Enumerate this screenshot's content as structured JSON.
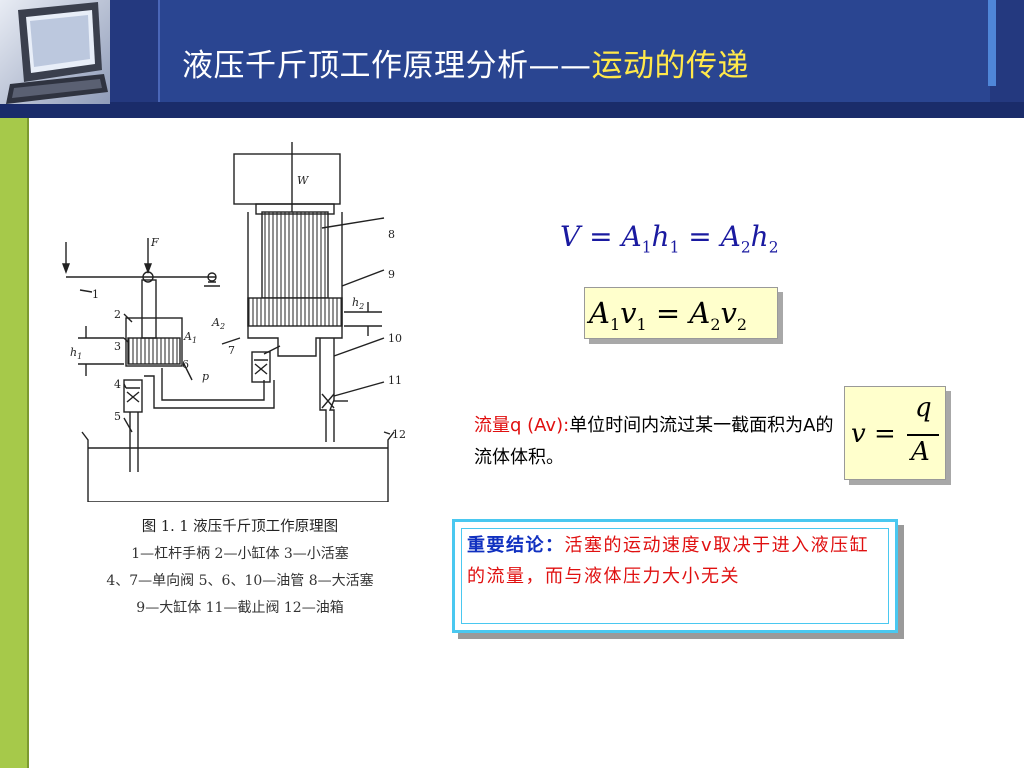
{
  "header": {
    "title_main": "液压千斤顶工作原理分析——",
    "title_highlight": "运动的传递"
  },
  "diagram": {
    "labels": {
      "W": "W",
      "F": "F",
      "A1": "A",
      "A1_sub": "1",
      "A2": "A",
      "A2_sub": "2",
      "h1": "h",
      "h1_sub": "1",
      "h2": "h",
      "h2_sub": "2",
      "p": "p",
      "n1": "1",
      "n2": "2",
      "n3": "3",
      "n4": "4",
      "n5": "5",
      "n6": "6",
      "n7": "7",
      "n8": "8",
      "n9": "9",
      "n10": "10",
      "n11": "11",
      "n12": "12"
    }
  },
  "caption": {
    "title": "图 1. 1    液压千斤顶工作原理图",
    "line1": "1—杠杆手柄   2—小缸体   3—小活塞",
    "line2": "4、7—单向阀   5、6、10—油管   8—大活塞",
    "line3": "9—大缸体   11—截止阀   12—油箱"
  },
  "formulas": {
    "f1": {
      "V": "V",
      "eq": " = ",
      "A": "A",
      "s1": "1",
      "h": "h",
      "s2": "1",
      "eq2": " = ",
      "A2": "A",
      "s3": "2",
      "h2": "h",
      "s4": "2"
    },
    "f2": {
      "A": "A",
      "s1": "1",
      "v": "v",
      "s2": "1",
      "eq": " = ",
      "A2": "A",
      "s3": "2",
      "v2": "v",
      "s4": "2"
    },
    "f3": {
      "v": "v",
      "eq": " = ",
      "num": "q",
      "den": "A"
    }
  },
  "flow": {
    "label": "流量q (Av)",
    "colon": ":",
    "text": "单位时间内流过某一截面积为A的流体体积。"
  },
  "conclusion": {
    "lead": "重要结论：",
    "text": "活塞的运动速度v取决于进入液压缸的流量，而与液体压力大小无关"
  },
  "colors": {
    "header_bg": "#24397f",
    "title_highlight": "#ffe84a",
    "green_bar": "#a6c94a",
    "formula_blue": "#1a1aa0",
    "box_fill": "#ffffcc",
    "red_text": "#e01010",
    "conclusion_border": "#4ac8f0",
    "conclusion_lead": "#1030c0"
  }
}
